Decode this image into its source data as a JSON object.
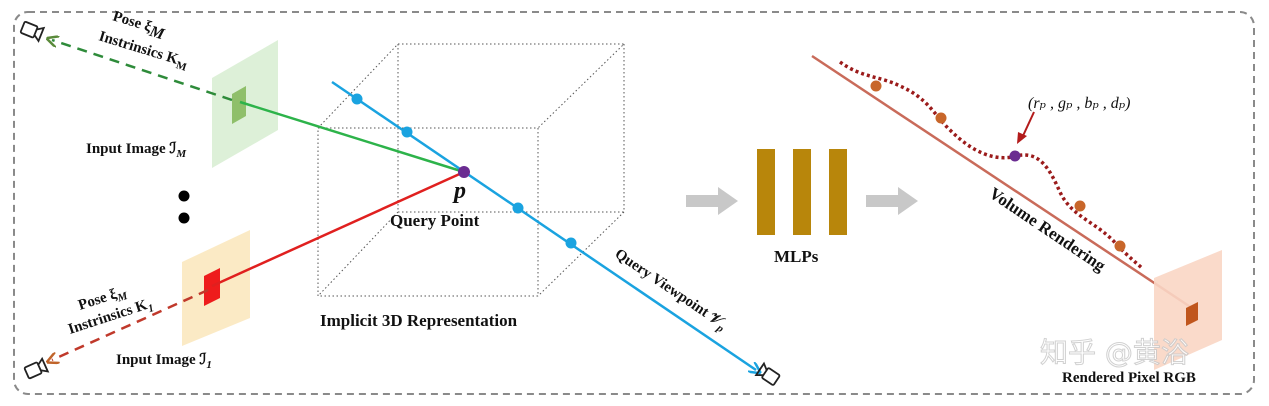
{
  "labels": {
    "pose_top": "Pose ξ",
    "pose_top_sub": "M",
    "intrinsics_top": "Instrinsics K",
    "intrinsics_top_sub": "M",
    "input_image_top": "Input Image ℐ",
    "input_image_top_sub": "M",
    "pose_bottom": "Pose ξ",
    "pose_bottom_sub": "M",
    "intrinsics_bottom": "Instrinsics K",
    "intrinsics_bottom_sub": "1",
    "input_image_bottom": "Input Image ℐ",
    "input_image_bottom_sub": "1",
    "point_symbol": "p",
    "query_point": "Query Point",
    "implicit_repr": "Implicit 3D Representation",
    "query_viewpoint": "Query Viewpoint 𝒱",
    "query_viewpoint_sub": "p",
    "mlps": "MLPs",
    "volume_rendering": "Volume Rendering",
    "output_tuple": "(rₚ , gₚ , bₚ , dₚ)",
    "rendered_pixel": "Rendered Pixel RGB",
    "watermark": "知乎 @黄浴"
  },
  "colors": {
    "green_ray": "#2db34a",
    "green_dash": "#2e8b3a",
    "red_ray": "#e0201f",
    "red_dash": "#c0392b",
    "blue_ray": "#1aa3e0",
    "query_point": "#6a2c91",
    "mlp_bar": "#b8860b",
    "render_line": "#c96b5a",
    "density_curve": "#9b1b1b",
    "sample_dot": "#c8662a",
    "grey_arrow": "#c8c8c8",
    "frame_border": "#8a8a8a",
    "plane_top": "#d9eed4",
    "plane_bottom": "#fbe9c2",
    "plane_right": "#f9d6c4"
  }
}
